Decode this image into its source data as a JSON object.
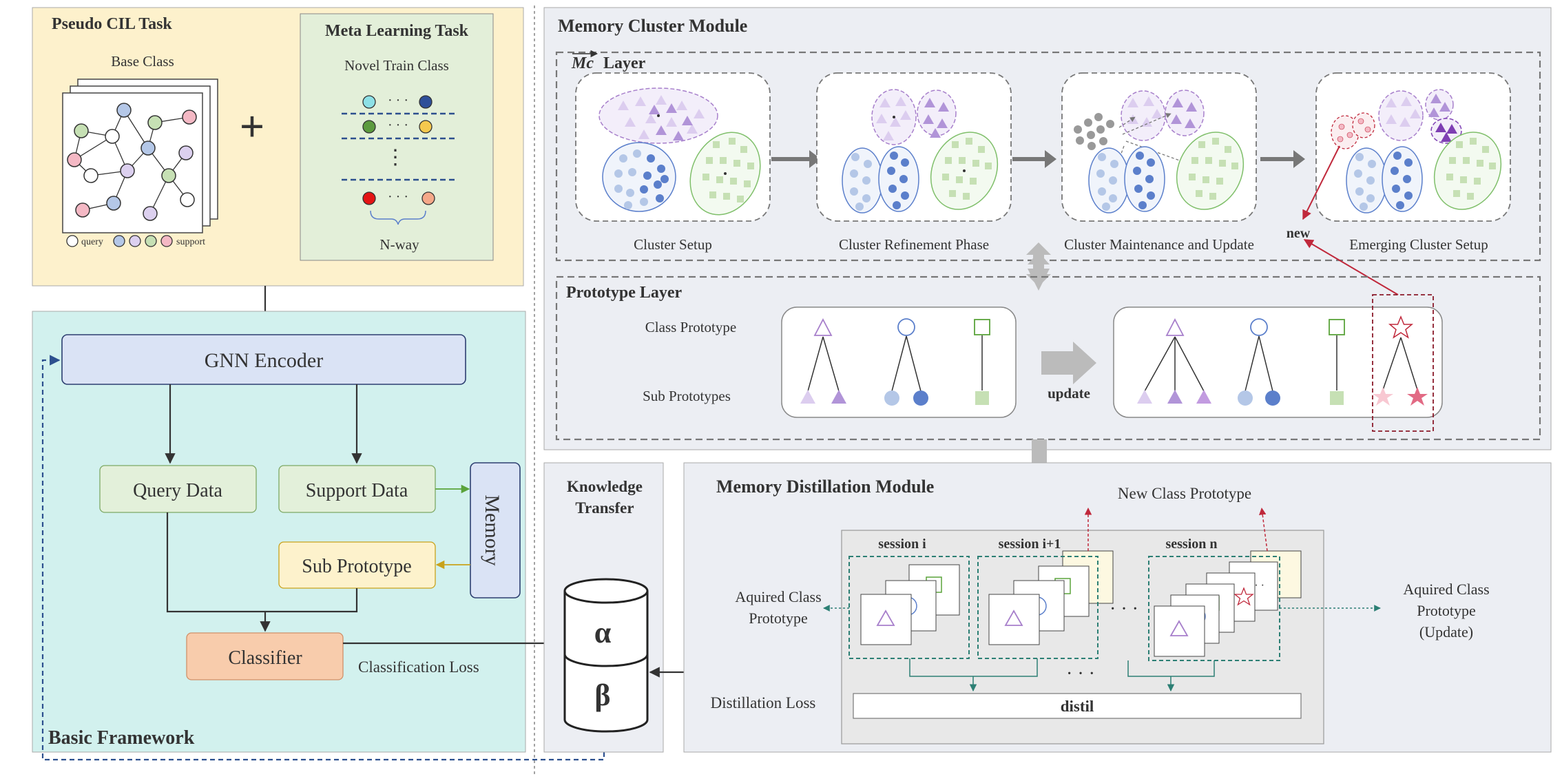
{
  "pseudo_cil": {
    "title": "Pseudo CIL Task",
    "base_class": "Base Class",
    "plus": "+",
    "legend_query": "query",
    "legend_support": "support"
  },
  "meta_learning": {
    "title": "Meta Learning Task",
    "novel_train_class": "Novel Train Class",
    "ellipsis_h": "· · ·",
    "ellipsis_v": "⋮",
    "n_way": "N-way"
  },
  "basic_framework": {
    "title": "Basic Framework",
    "gnn_encoder": "GNN Encoder",
    "query_data": "Query Data",
    "support_data": "Support Data",
    "memory": "Memory",
    "sub_prototype": "Sub Prototype",
    "classifier": "Classifier",
    "classification_loss": "Classification Loss"
  },
  "memory_cluster": {
    "title": "Memory Cluster Module",
    "mc_symbol": "Mc",
    "mc_layer": "Layer",
    "stages": [
      "Cluster Setup",
      "Cluster Refinement Phase",
      "Cluster Maintenance and Update",
      "Emerging Cluster Setup"
    ],
    "new_label": "new",
    "prototype_layer": "Prototype Layer",
    "class_prototype": "Class Prototype",
    "sub_prototypes": "Sub Prototypes",
    "update": "update"
  },
  "knowledge_transfer": {
    "title_line1": "Knowledge",
    "title_line2": "Transfer",
    "alpha": "α",
    "beta": "β"
  },
  "distillation": {
    "title": "Memory Distillation Module",
    "new_class_prototype": "New Class Prototype",
    "session_i": "session i",
    "session_i1": "session i+1",
    "session_n": "session n",
    "dots": "· · ·",
    "acquired_left": [
      "Aquired Class",
      "Prototype"
    ],
    "acquired_right": [
      "Aquired Class",
      "Prototype",
      "(Update)"
    ],
    "distil": "distil",
    "distillation_loss": "Distillation Loss"
  },
  "colors": {
    "pseudo_bg": "#fdf1cc",
    "meta_bg": "#e3efd9",
    "framework_bg": "#d2f1ee",
    "module_bg": "#eceef3",
    "encoder_fill": "#dae3f5",
    "green_box": "#e3f0da",
    "yellow_box": "#fdf2cc",
    "classifier": "#f8ccac",
    "purple": "#a77fcb",
    "blue": "#5b7fcb",
    "green": "#7fbf6a",
    "red_new": "#c0283b",
    "teal": "#2c7f74"
  }
}
